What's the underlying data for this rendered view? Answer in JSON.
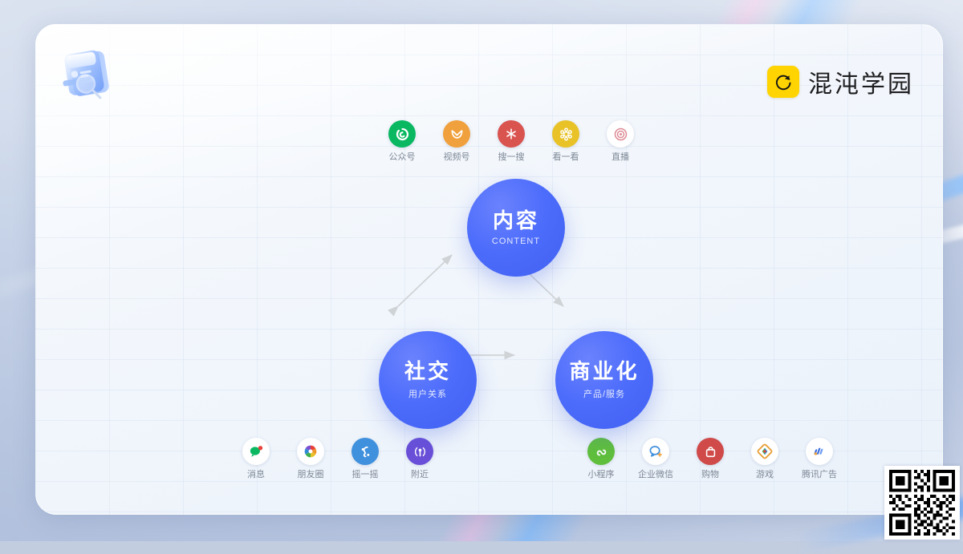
{
  "logo": {
    "text": "混沌学园",
    "mark": "chaos-circle-mark",
    "mark_color": "#ffd400"
  },
  "corner_icon": {
    "name": "glass-book-search-icon"
  },
  "nodes": [
    {
      "id": "content",
      "cn": "内容",
      "sub": "CONTENT",
      "color": "#4c6cfb"
    },
    {
      "id": "social",
      "cn": "社交",
      "sub": "用户关系",
      "color": "#4c6cfb"
    },
    {
      "id": "commerce",
      "cn": "商业化",
      "sub": "产品/服务",
      "color": "#4c6cfb"
    }
  ],
  "arrows": [
    {
      "from": "social",
      "to": "content",
      "style": "double-headed",
      "color": "#cfd3d6"
    },
    {
      "from": "content",
      "to": "commerce",
      "style": "double-headed",
      "color": "#cfd3d6"
    },
    {
      "from": "social",
      "to": "commerce",
      "style": "double-headed",
      "color": "#cfd3d6"
    }
  ],
  "icon_groups": {
    "content": [
      {
        "label": "公众号",
        "icon": "official-account-icon",
        "bg": "#09b861",
        "fg": "#ffffff"
      },
      {
        "label": "视频号",
        "icon": "channels-video-icon",
        "bg": "#f0a03c",
        "fg": "#ffffff"
      },
      {
        "label": "搜一搜",
        "icon": "search-asterisk-icon",
        "bg": "#d9534f",
        "fg": "#ffffff"
      },
      {
        "label": "看一看",
        "icon": "top-stories-icon",
        "bg": "#e8c227",
        "fg": "#ffffff"
      },
      {
        "label": "直播",
        "icon": "live-rings-icon",
        "bg": "#ffffff",
        "fg": "#e08f99"
      }
    ],
    "social": [
      {
        "label": "消息",
        "icon": "chat-bubble-icon",
        "bg": "#ffffff",
        "fg": "#09b861"
      },
      {
        "label": "朋友圈",
        "icon": "moments-camera-icon",
        "bg": "#ffffff",
        "fg": "#4a90d9"
      },
      {
        "label": "摇一摇",
        "icon": "shake-phone-icon",
        "bg": "#3f90dd",
        "fg": "#ffffff"
      },
      {
        "label": "附近",
        "icon": "nearby-radar-icon",
        "bg": "#6a4fd8",
        "fg": "#ffffff"
      }
    ],
    "commerce": [
      {
        "label": "小程序",
        "icon": "mini-program-icon",
        "bg": "#5fbf3c",
        "fg": "#ffffff"
      },
      {
        "label": "企业微信",
        "icon": "work-wechat-icon",
        "bg": "#ffffff",
        "fg": "#3f90dd"
      },
      {
        "label": "购物",
        "icon": "shopping-bag-icon",
        "bg": "#cf4a49",
        "fg": "#ffffff"
      },
      {
        "label": "游戏",
        "icon": "game-diamond-icon",
        "bg": "#ffffff",
        "fg": "#e8a33d"
      },
      {
        "label": "腾讯广告",
        "icon": "tencent-ads-icon",
        "bg": "#ffffff",
        "fg": "#3b6fe0"
      }
    ]
  },
  "qr": {
    "name": "qr-code"
  }
}
